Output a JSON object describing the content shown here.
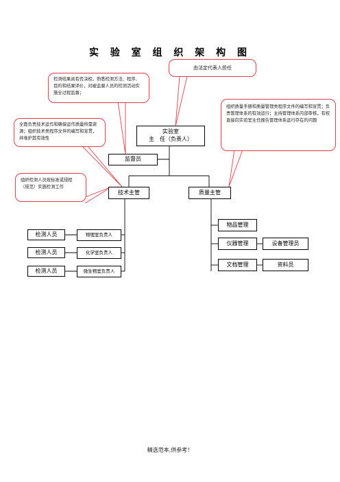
{
  "title": "实 验 室 组 织 架 构 图",
  "nodes": {
    "director": {
      "line1": "实验室",
      "line2": "主　任（负责人）"
    },
    "supervisor": "监督员",
    "technical_manager": "技术主管",
    "quality_manager": "质量主管",
    "physics_lead": "物理室负责人",
    "chemistry_lead": "化学室负责人",
    "microbiology_lead": "微生物室负责人",
    "testers": [
      "检测人员",
      "检测人员",
      "检测人员"
    ],
    "goods_management": "物品管理",
    "instrument_management": "仪器管理",
    "equipment_admin": "设备管理员",
    "document_management": "文档管理",
    "records_clerk": "资料员"
  },
  "notes": {
    "legal_rep": "由法定代表人担任",
    "supervisor_note": "检测结果具有否决权，熟悉检测方法、程序、目的和结果评价，对被监督人员的检测活动实施全过程监督；",
    "technical_note": "全面负责技术运作和确保运作质量所需资源；组织技术类程序文件的编写和宣贯，并维护其有效性",
    "quality_note": "组织质量手册和质量管理类程序文件的编写和宣贯；负责管理体系的有效运行；主持管理体系内部审核，有权直接向实验室主任报告管理体系运行存在的问题",
    "tester_note": "组织检测人员按标准或规程（规范）实施检测工作"
  },
  "footer": "精选范本,供参考！"
}
